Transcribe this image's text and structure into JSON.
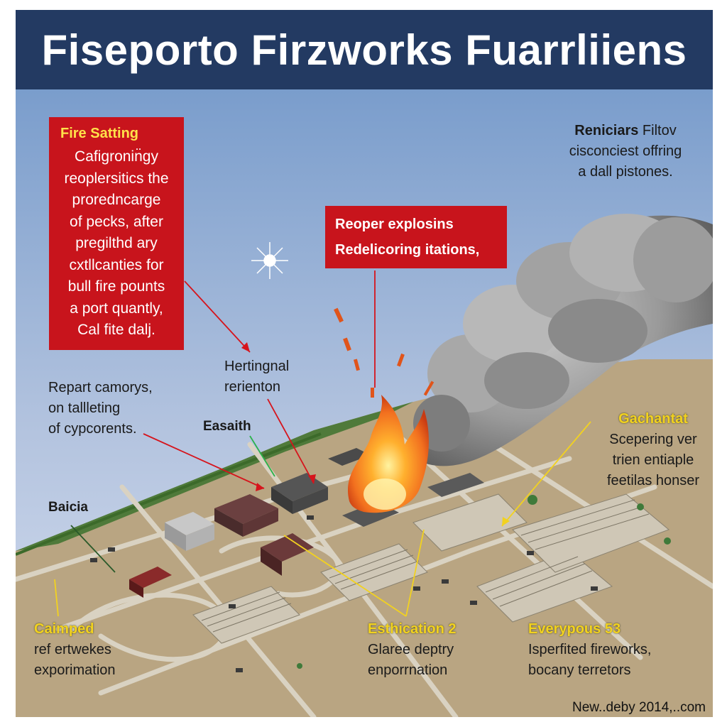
{
  "header": {
    "title": "Fiseporto Firzworks Fuarrliiens"
  },
  "boxes": {
    "fire_setting": {
      "heading": "Fire Satting",
      "lines": [
        "Cafigronin̈gy",
        "reoplersitics the",
        "proredncarge",
        "of pecks, after",
        "pregilthd ary",
        "cxtllcanties for",
        "bull fire pounts",
        "a port quantly,",
        "Cal fite dalj."
      ]
    },
    "reoper": {
      "line1": "Reoper explosins",
      "line2": "Redelicoring itations,"
    }
  },
  "callouts": {
    "top_right": {
      "label": "Reniciars",
      "suffix": " Filtov",
      "lines": [
        "cisconciest offring",
        "a dall pistones."
      ]
    },
    "report": {
      "lines": [
        "Repart camorys,",
        "on tallleting",
        "of cypcorents."
      ]
    },
    "herting": {
      "lines": [
        "Hertingnal",
        "rerienton"
      ]
    },
    "easaith": {
      "label": "Easaith"
    },
    "baicia": {
      "label": "Baicia"
    },
    "gachantat": {
      "heading": "Gachantat",
      "lines": [
        "Scepering ver",
        "trien entiaple",
        "feetilas honser"
      ]
    },
    "caimped": {
      "heading": "Caimped",
      "lines": [
        "ref ertwekes",
        "exporimation"
      ]
    },
    "esthication": {
      "heading": "Esthication 2",
      "lines": [
        "Glaree deptry",
        "enporrnation"
      ]
    },
    "everypous": {
      "heading": "Everypous 53",
      "lines": [
        "Isperfited fireworks,",
        "bocany terretors"
      ]
    }
  },
  "footer": {
    "text": "New..deby 2014,..com"
  },
  "colors": {
    "header_bg": "#233a62",
    "sky_top": "#7a9dcc",
    "sky_bottom": "#d5def0",
    "ground": "#b9a582",
    "red_box": "#c8141c",
    "accent_yellow": "#f2d21f",
    "smoke": "#8d8d8d",
    "fire": "#f2701f",
    "arrow_red": "#d6141c",
    "arrow_green": "#2bb24a"
  }
}
